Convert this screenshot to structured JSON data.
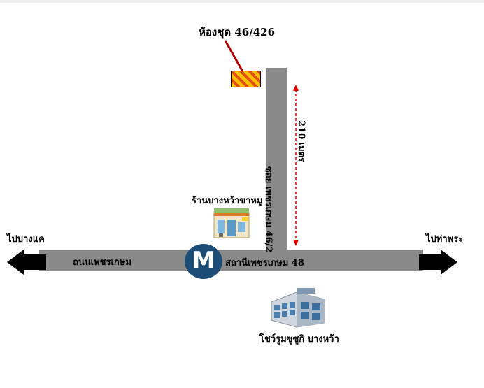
{
  "map": {
    "unit_label": "ห้องชุด 46/426",
    "shop_label": "ร้านบางหว้าขาหมู",
    "soi_label": "ซอย เพชรเกษม 46/2",
    "distance_label": "210 เมตร",
    "left_destination": "ไปบางแค",
    "right_destination": "ไปท่าพระ",
    "main_road_label": "ถนนเพชรเกษม",
    "station_label": "สถานีเพชรเกษม 48",
    "showroom_label": "โชว์รูมซูซูกิ บางหว้า",
    "metro_letter": "M"
  },
  "colors": {
    "road": "#898989",
    "metro_badge": "#1d4d76",
    "marker_stripe_1": "#ffc000",
    "marker_stripe_2": "#e04c12",
    "pointer_line": "#b00000",
    "distance_line": "#e00000",
    "arrow": "#000000"
  },
  "icons": {
    "unit_marker": "hatched-rectangle",
    "metro": "metro-m-icon",
    "shop": "shop-icon",
    "showroom": "building-icon",
    "direction_left": "arrow-left-icon",
    "direction_right": "arrow-right-icon"
  }
}
